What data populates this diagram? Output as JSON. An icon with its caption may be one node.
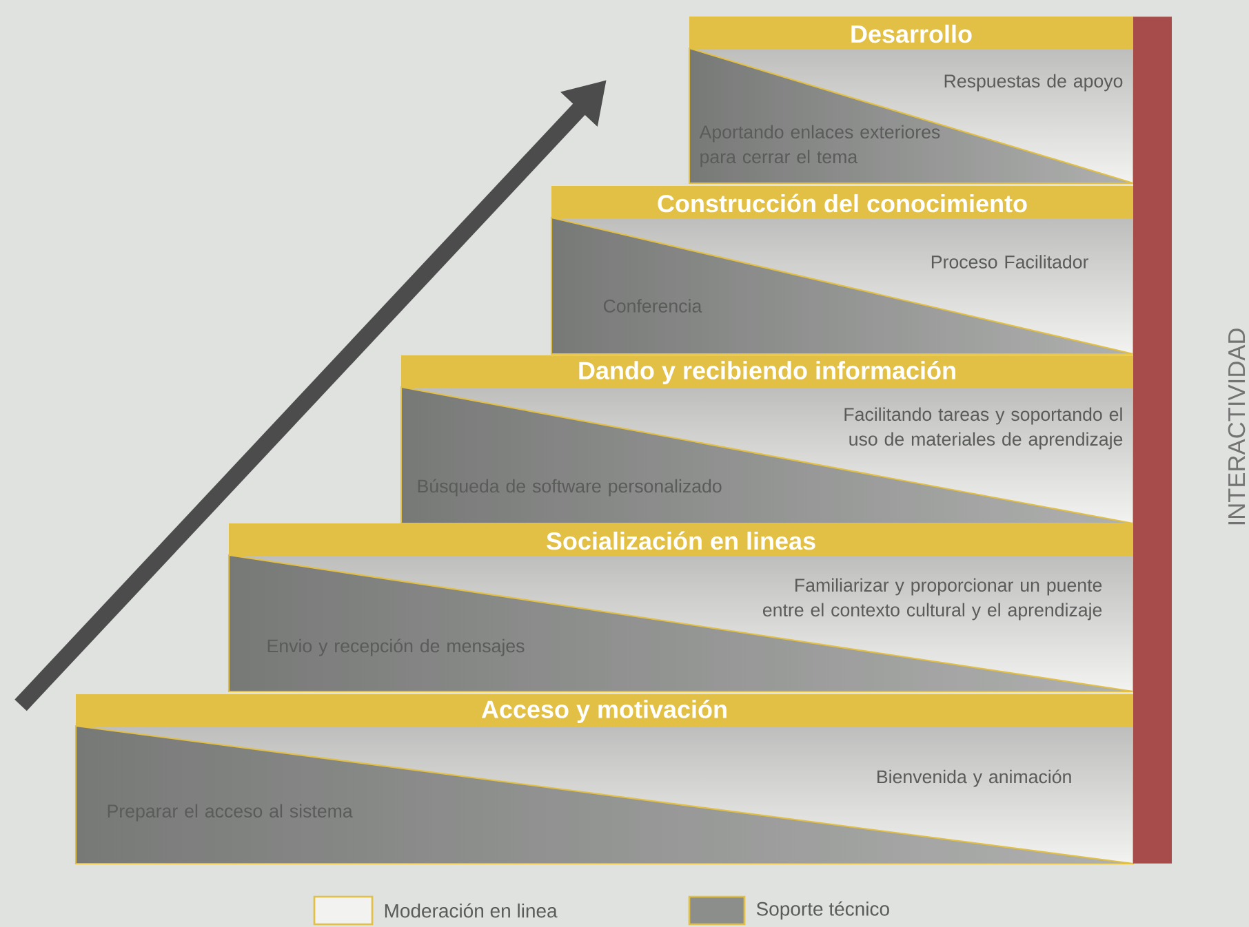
{
  "diagram": {
    "nodes": [
      {
        "text": [
          "Desarrollo",
          "Respuestas de apoyo",
          "Aportando enlaces exteriores para cerrar el tema"
        ]
      },
      {
        "text": [
          "Construcción del conocimiento",
          "Proceso Facilitador",
          "Conferencia"
        ]
      },
      {
        "text": [
          "Dando y recibiendo información",
          "Facilitando tareas y soportando el uso de materiales de aprendizaje",
          "Búsqueda de software personalizado"
        ]
      },
      {
        "text": [
          "Socialización en lineas",
          "Familiarizar y proporcionar un puente entre el contexto cultural y el aprendizaje",
          "Envio y recepción de mensajes"
        ]
      },
      {
        "text": [
          "Acceso y motivación",
          "Bienvenida y animación",
          "Preparar el acceso al sistema"
        ]
      },
      {
        "text": [
          "INTERACTIVIDAD"
        ]
      }
    ],
    "legend": [
      {
        "text": "Moderación en linea",
        "color": "#f2f2f0"
      },
      {
        "text": "Soporte técnico",
        "color": "#8c8e8c"
      }
    ]
  }
}
